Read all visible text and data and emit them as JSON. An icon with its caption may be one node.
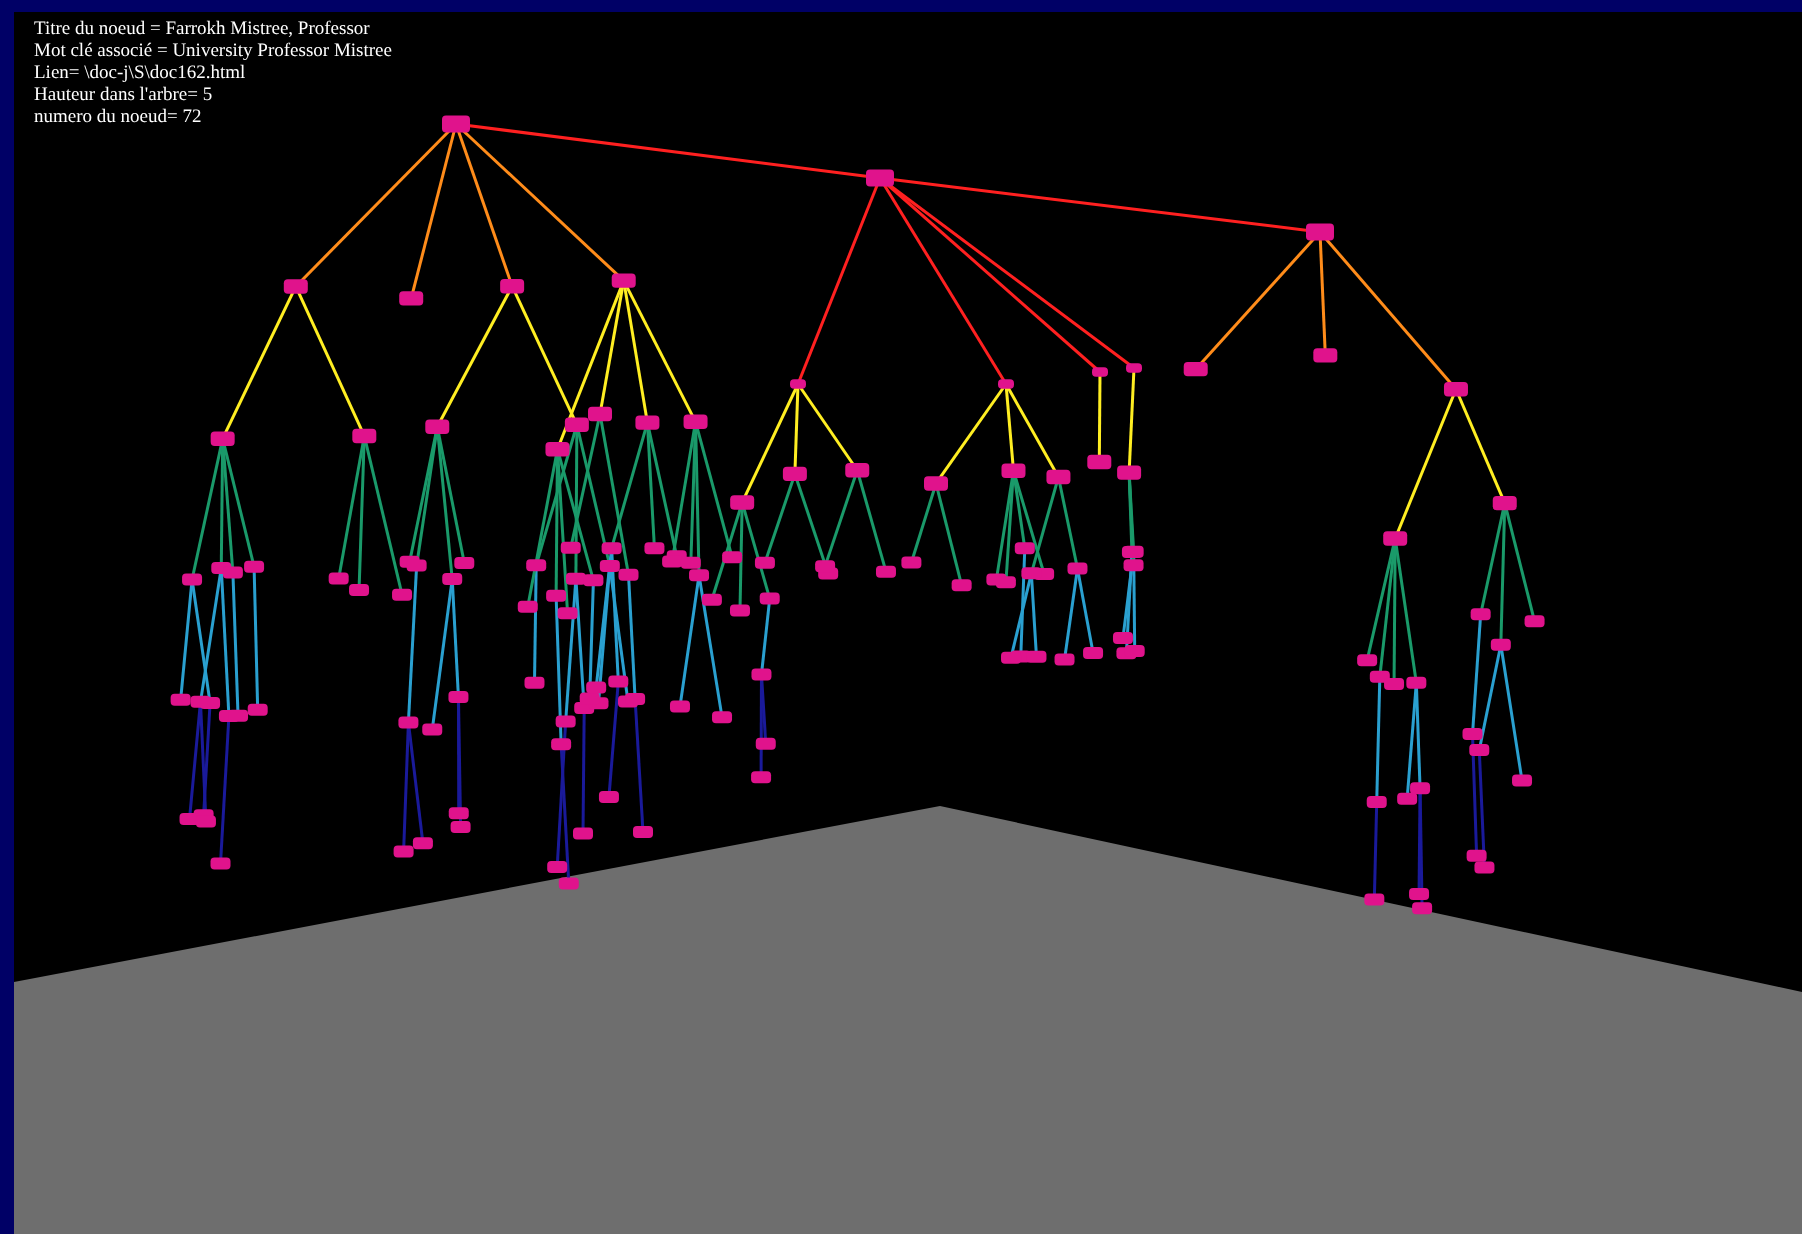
{
  "diagram": {
    "labels": [
      "Titre du noeud = Farrokh Mistree, Professor",
      "Mot clé associé = University Professor Mistree",
      "Lien= \\doc-j\\S\\doc162.html",
      "Hauteur dans l'arbre= 5",
      "numero du noeud= 72"
    ]
  }
}
